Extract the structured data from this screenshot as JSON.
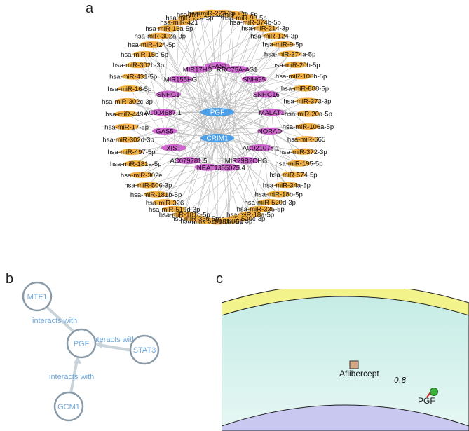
{
  "panels": {
    "a": "a",
    "b": "b",
    "c": "c"
  },
  "panel_a": {
    "mirnas": [
      "hsa-miR-410-3p",
      "hsa-miR-129-5p",
      "hsa-miR-93-5p",
      "hsa-miR-374b-5p",
      "hsa-miR-214-3p",
      "hsa-miR-124-3p",
      "hsa-miR-9-5p",
      "hsa-miR-374a-5p",
      "hsa-miR-20b-5p",
      "hsa-miR-106b-5p",
      "hsa-miR-888-5p",
      "hsa-miR-373-3p",
      "hsa-miR-20a-5p",
      "hsa-miR-106a-5p",
      "hsa-miR-665",
      "hsa-miR-372-3p",
      "hsa-miR-195-5p",
      "hsa-miR-574-5p",
      "hsa-miR-34a-5p",
      "hsa-miR-18b-5p",
      "hsa-miR-520d-3p",
      "hsa-miR-335-5p",
      "hsa-miR-18a-5p",
      "hsa-miR-520c-3p",
      "hsa-miR-331-3p",
      "hsa-miR-181d-5p",
      "hsa-miR-520a-3p",
      "hsa-miR-330-5p",
      "hsa-miR-181c-5p",
      "hsa-miR-519d-3p",
      "hsa-miR-326",
      "hsa-miR-181b-5p",
      "hsa-miR-506-3p",
      "hsa-miR-302e",
      "hsa-miR-181a-5p",
      "hsa-miR-497-5p",
      "hsa-miR-302d-3p",
      "hsa-miR-17-5p",
      "hsa-miR-449a",
      "hsa-miR-302c-3p",
      "hsa-miR-16-5p",
      "hsa-miR-431-5p",
      "hsa-miR-302b-3p",
      "hsa-miR-15b-5p",
      "hsa-miR-424-5p",
      "hsa-miR-302a-3p",
      "hsa-miR-15a-5p",
      "hsa-miR-421",
      "hsa-miR-224-5p",
      "hsa-miR-134-5p",
      "hsa-miR-223-3p"
    ],
    "lncrnas": [
      "ZFAS1",
      "RRC75A-AS1",
      "SNHG5",
      "SNHG16",
      "MALAT1",
      "NORAD",
      "AC021078.1",
      "MIR29B2CHG",
      "AL355075.4",
      "NEAT1",
      "AC079781.5",
      "XIST",
      "GAS5",
      "AC004687.1",
      "SNHG1",
      "MIR155HG",
      "MIR17HG"
    ],
    "genes": [
      "PGF",
      "CRIM1"
    ]
  },
  "panel_b": {
    "nodes": {
      "mtf1": "MTF1",
      "pgf": "PGF",
      "stat3": "STAT3",
      "gcm1": "GCM1"
    },
    "edge_label": "interacts with"
  },
  "panel_c": {
    "drug": "Aflibercept",
    "score": "0.8",
    "target": "PGF"
  },
  "colors": {
    "mirna": "#f5b042",
    "lncrna": "#d066d0",
    "gene": "#4a9fe8",
    "edge": "#b8b8b8",
    "network_node": "#8a9aa6",
    "network_text": "#6fa8dc",
    "yellow_band": "#f3f38c",
    "teal_band": "#d8f2ee",
    "violet_band": "#c8c8f0"
  }
}
